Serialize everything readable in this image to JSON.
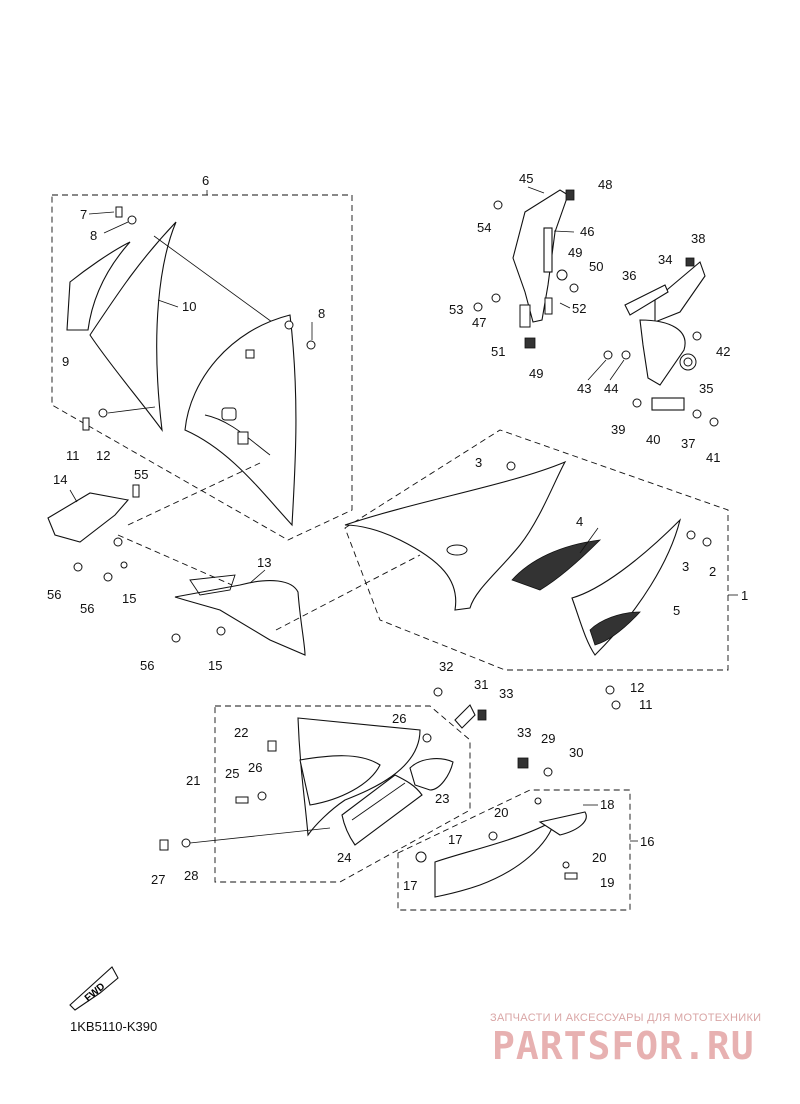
{
  "diagram_code": "1KB5110-K390",
  "fwd_label": "FWD",
  "watermark": {
    "tagline": "ЗАПЧАСТИ И АКСЕССУАРЫ ДЛЯ МОТОТЕХНИКИ",
    "logo": "PARTSFOR.RU"
  },
  "callouts": [
    {
      "id": "c6",
      "label": "6"
    },
    {
      "id": "c7",
      "label": "7"
    },
    {
      "id": "c8a",
      "label": "8"
    },
    {
      "id": "c8b",
      "label": "8"
    },
    {
      "id": "c9",
      "label": "9"
    },
    {
      "id": "c10",
      "label": "10"
    },
    {
      "id": "c11a",
      "label": "11"
    },
    {
      "id": "c12a",
      "label": "12"
    },
    {
      "id": "c14",
      "label": "14"
    },
    {
      "id": "c55",
      "label": "55"
    },
    {
      "id": "c56a",
      "label": "56"
    },
    {
      "id": "c56b",
      "label": "56"
    },
    {
      "id": "c15a",
      "label": "15"
    },
    {
      "id": "c13",
      "label": "13"
    },
    {
      "id": "c56c",
      "label": "56"
    },
    {
      "id": "c15b",
      "label": "15"
    },
    {
      "id": "c45",
      "label": "45"
    },
    {
      "id": "c48",
      "label": "48"
    },
    {
      "id": "c54",
      "label": "54"
    },
    {
      "id": "c46",
      "label": "46"
    },
    {
      "id": "c49a",
      "label": "49"
    },
    {
      "id": "c50",
      "label": "50"
    },
    {
      "id": "c53",
      "label": "53"
    },
    {
      "id": "c47",
      "label": "47"
    },
    {
      "id": "c52",
      "label": "52"
    },
    {
      "id": "c51",
      "label": "51"
    },
    {
      "id": "c49b",
      "label": "49"
    },
    {
      "id": "c38",
      "label": "38"
    },
    {
      "id": "c36",
      "label": "36"
    },
    {
      "id": "c34",
      "label": "34"
    },
    {
      "id": "c42",
      "label": "42"
    },
    {
      "id": "c43",
      "label": "43"
    },
    {
      "id": "c44",
      "label": "44"
    },
    {
      "id": "c35",
      "label": "35"
    },
    {
      "id": "c39",
      "label": "39"
    },
    {
      "id": "c40",
      "label": "40"
    },
    {
      "id": "c37",
      "label": "37"
    },
    {
      "id": "c41",
      "label": "41"
    },
    {
      "id": "c3a",
      "label": "3"
    },
    {
      "id": "c4",
      "label": "4"
    },
    {
      "id": "c3b",
      "label": "3"
    },
    {
      "id": "c2",
      "label": "2"
    },
    {
      "id": "c1",
      "label": "1"
    },
    {
      "id": "c5",
      "label": "5"
    },
    {
      "id": "c12b",
      "label": "12"
    },
    {
      "id": "c11b",
      "label": "11"
    },
    {
      "id": "c32",
      "label": "32"
    },
    {
      "id": "c31",
      "label": "31"
    },
    {
      "id": "c33a",
      "label": "33"
    },
    {
      "id": "c22",
      "label": "22"
    },
    {
      "id": "c26a",
      "label": "26"
    },
    {
      "id": "c21",
      "label": "21"
    },
    {
      "id": "c25",
      "label": "25"
    },
    {
      "id": "c26b",
      "label": "26"
    },
    {
      "id": "c23",
      "label": "23"
    },
    {
      "id": "c33b",
      "label": "33"
    },
    {
      "id": "c29",
      "label": "29"
    },
    {
      "id": "c30",
      "label": "30"
    },
    {
      "id": "c20a",
      "label": "20"
    },
    {
      "id": "c18",
      "label": "18"
    },
    {
      "id": "c17a",
      "label": "17"
    },
    {
      "id": "c16",
      "label": "16"
    },
    {
      "id": "c24",
      "label": "24"
    },
    {
      "id": "c27",
      "label": "27"
    },
    {
      "id": "c28",
      "label": "28"
    },
    {
      "id": "c20b",
      "label": "20"
    },
    {
      "id": "c17b",
      "label": "17"
    },
    {
      "id": "c19",
      "label": "19"
    }
  ]
}
